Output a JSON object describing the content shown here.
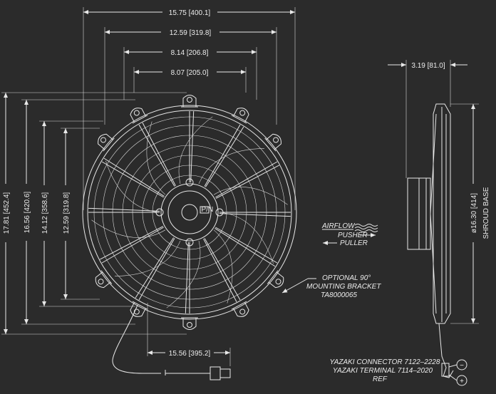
{
  "dimensions": {
    "overall_width": "15.75 [400.1]",
    "mount_width_a": "12.59 [319.8]",
    "mount_width_b": "8.14 [206.8]",
    "mount_width_c": "8.07 [205.0]",
    "overall_height": "17.81 [452.4]",
    "mount_height_a": "16.56 [420.6]",
    "mount_height_b": "14.12 [358.6]",
    "mount_height_c": "12.59 [319.8]",
    "lead_length": "15.56 [395.2]",
    "depth": "3.19 [81.0]",
    "shroud_base": "ø16.30 [414]",
    "shroud_base_label": "SHROUD BASE"
  },
  "airflow": {
    "title": "AIRFLOW",
    "pusher": "PUSHER",
    "puller": "PULLER"
  },
  "bracket_note": {
    "line1": "OPTIONAL 90°",
    "line2": "MOUNTING BRACKET",
    "line3": "TA8000065"
  },
  "connector_note": {
    "line1": "YAZAKI CONNECTOR 7122–2228",
    "line2": "YAZAKI TERMINAL 7114–2020",
    "line3": "REF"
  },
  "terminals": {
    "negative": "−",
    "positive": "+"
  },
  "motor_badge": "P/N",
  "colors": {
    "background": "#2b2b2b",
    "linework": "#e8e8e8"
  }
}
